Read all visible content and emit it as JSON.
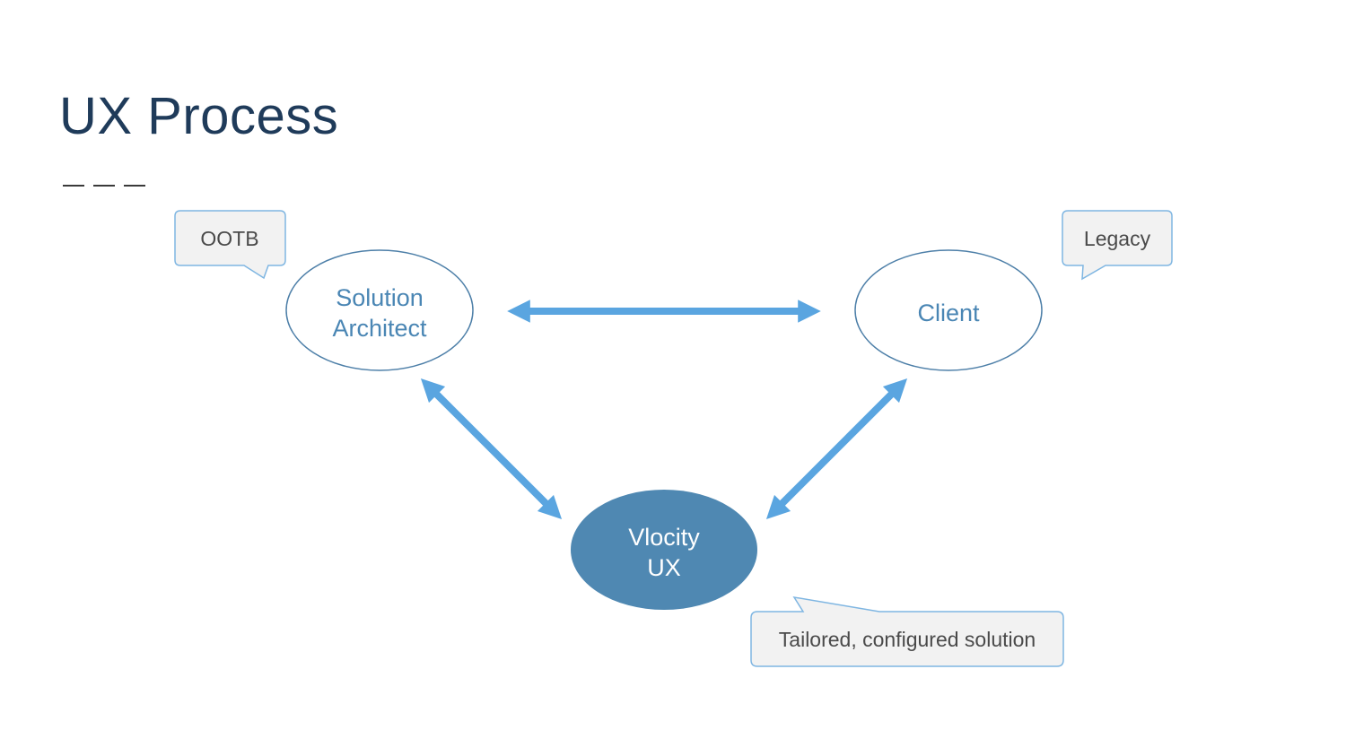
{
  "slide": {
    "title": "UX Process"
  },
  "nodes": {
    "solution_architect": {
      "line1": "Solution",
      "line2": "Architect"
    },
    "client": {
      "label": "Client"
    },
    "vlocity_ux": {
      "line1": "Vlocity",
      "line2": "UX"
    }
  },
  "callouts": {
    "ootb": "OOTB",
    "legacy": "Legacy",
    "tailored": "Tailored, configured solution"
  },
  "colors": {
    "title": "#1f3b5a",
    "outline_node_stroke": "#4d7fa8",
    "outline_node_text": "#4a86b4",
    "filled_node": "#4f88b2",
    "filled_node_text": "#ffffff",
    "arrow": "#5aa5e0",
    "callout_fill": "#f2f2f2",
    "callout_stroke": "#7fb6e2"
  }
}
